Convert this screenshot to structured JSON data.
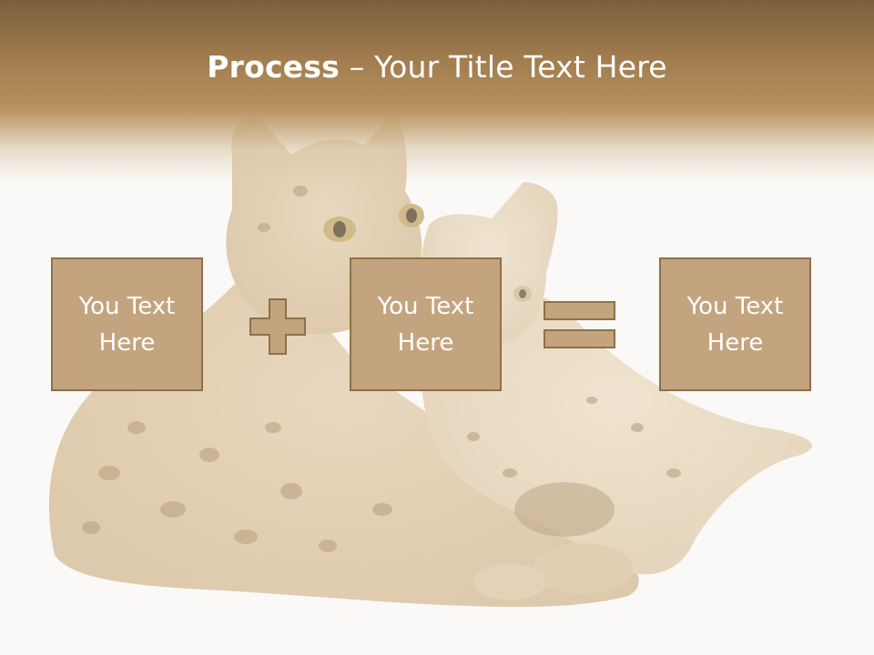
{
  "slide": {
    "title_bold": "Process",
    "title_rest": " – Your Title Text Here",
    "boxes": [
      {
        "text": "You Text Here"
      },
      {
        "text": "You Text Here"
      },
      {
        "text": "You Text Here"
      }
    ],
    "operators": [
      "plus-icon",
      "equals-icon"
    ]
  },
  "colors": {
    "header_top": "#7a5f3e",
    "header_bottom": "#b8935f",
    "box_fill": "#c3a47f",
    "box_border": "#8f7048",
    "text": "#ffffff"
  }
}
